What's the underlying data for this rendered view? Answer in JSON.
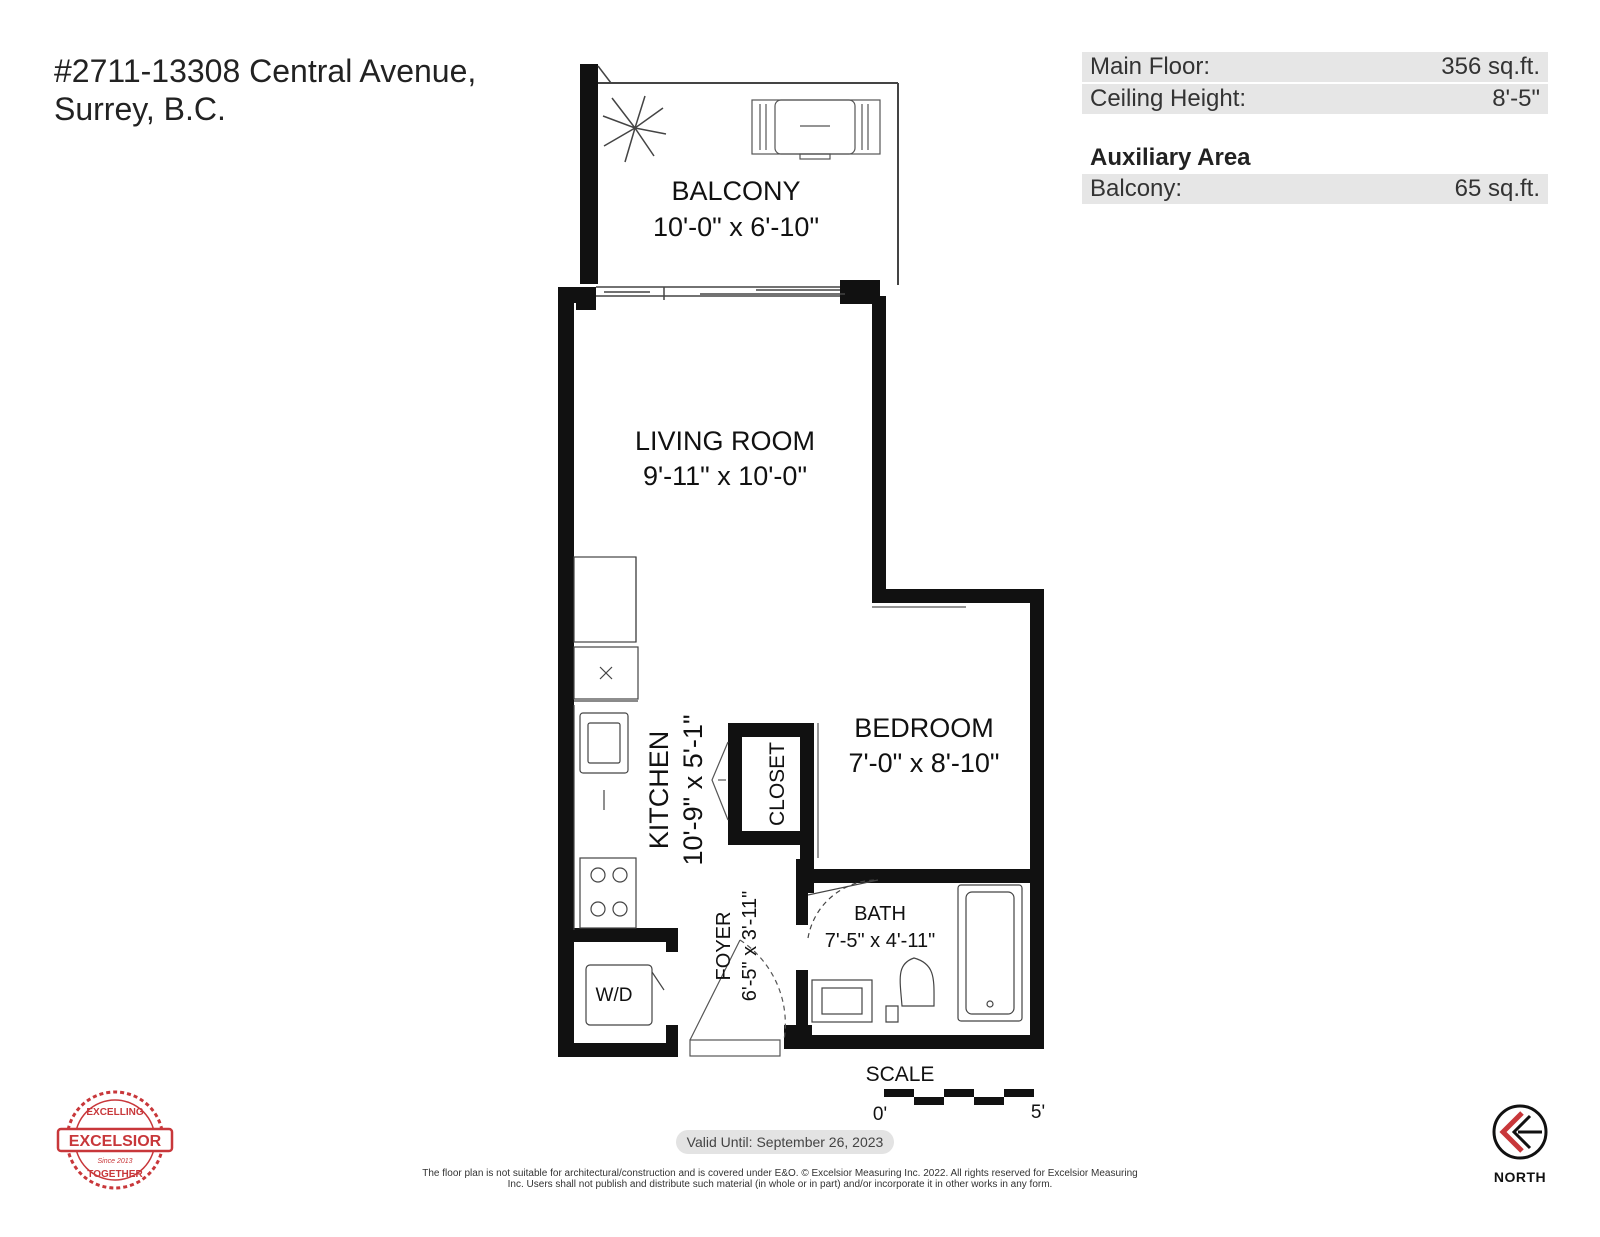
{
  "address": {
    "line1": "#2711-13308 Central Avenue,",
    "line2": "Surrey, B.C."
  },
  "summary": {
    "main_floor_label": "Main Floor:",
    "main_floor_value": "356 sq.ft.",
    "ceiling_label": "Ceiling Height:",
    "ceiling_value": "8'-5\"",
    "aux_title": "Auxiliary Area",
    "balcony_label": "Balcony:",
    "balcony_value": "65 sq.ft."
  },
  "rooms": {
    "balcony": {
      "name": "BALCONY",
      "dims": "10'-0\" x 6'-10\""
    },
    "living": {
      "name": "LIVING ROOM",
      "dims": "9'-11\" x 10'-0\""
    },
    "bedroom": {
      "name": "BEDROOM",
      "dims": "7'-0\" x 8'-10\""
    },
    "kitchen": {
      "name": "KITCHEN",
      "dims": "10'-9\" x 5'-1\""
    },
    "closet": {
      "name": "CLOSET"
    },
    "bath": {
      "name": "BATH",
      "dims": "7'-5\" x 4'-11\""
    },
    "foyer": {
      "name": "FOYER",
      "dims": "6'-5\" x 3'-11\""
    },
    "laundry": {
      "name": "W/D"
    }
  },
  "scale": {
    "title": "SCALE",
    "min_label": "0'",
    "max_label": "5'"
  },
  "valid_until": "Valid Until: September 26, 2023",
  "disclaimer": "The floor plan is not suitable for architectural/construction and is covered under E&O. © Excelsior Measuring Inc. 2022. All rights reserved for Excelsior Measuring Inc. Users shall not publish and distribute such material (in whole or in part) and/or incorporate it in other works in any form.",
  "logo": {
    "top": "EXCELLING",
    "name": "EXCELSIOR",
    "bottom": "TOGETHER",
    "since": "Since 2013",
    "color": "#c8373a"
  },
  "north": {
    "label": "NORTH",
    "icon": "north-arrow-icon"
  }
}
